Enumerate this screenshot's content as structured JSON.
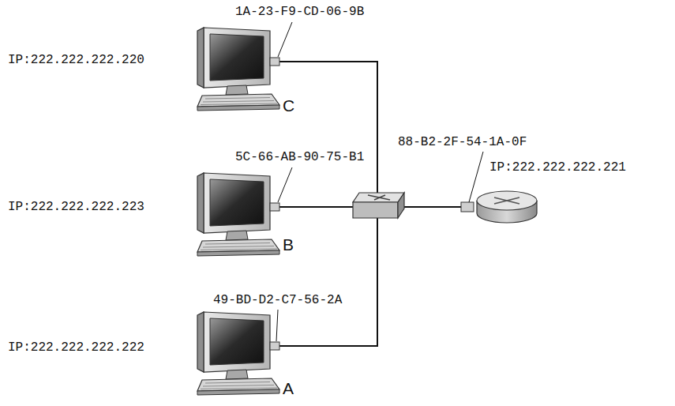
{
  "diagram": {
    "labels": [
      "1A-23-F9-CD-06-9B",
      "IP:222.222.222.220",
      "C",
      "5C-66-AB-90-75-B1",
      "IP:222.222.222.223",
      "B",
      "49-BD-D2-C7-56-2A",
      "IP:222.222.222.222",
      "A",
      "88-B2-2F-54-1A-0F",
      "IP:222.222.222.221"
    ]
  }
}
